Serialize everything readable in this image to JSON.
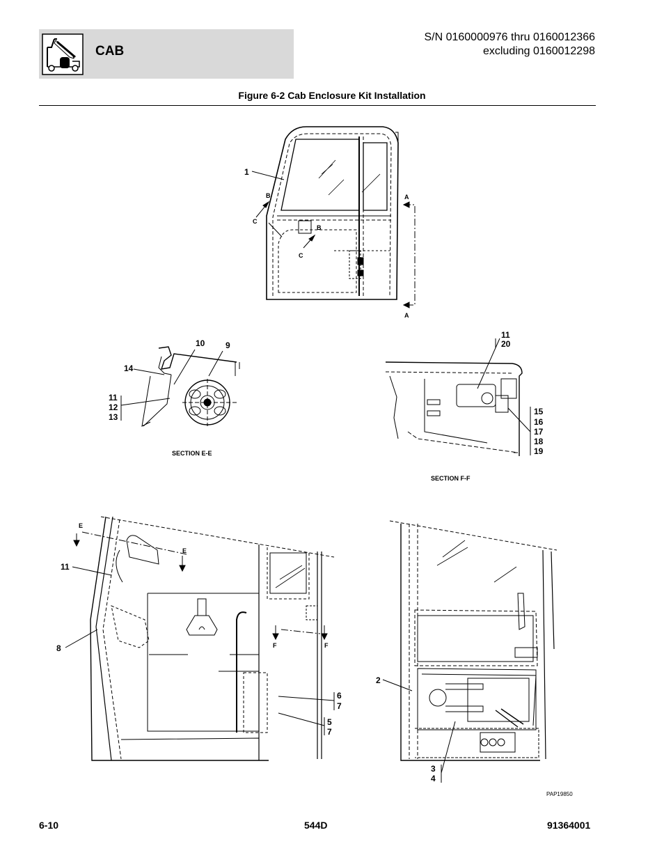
{
  "header": {
    "section_title": "CAB",
    "serial_line1": "S/N 0160000976 thru 0160012366",
    "serial_line2": "excluding 0160012298",
    "icon": "telehandler-cab-icon"
  },
  "figure": {
    "title": "Figure 6-2 Cab Enclosure Kit Installation",
    "section_ee": "SECTION E-E",
    "section_ff": "SECTION F-F",
    "drawing_number": "PAP19850"
  },
  "callouts": {
    "c1": "1",
    "c2": "2",
    "c3": "3",
    "c4": "4",
    "c5": "5",
    "c6": "6",
    "c7a": "7",
    "c7b": "7",
    "c8": "8",
    "c9": "9",
    "c10": "10",
    "c11a": "11",
    "c12": "12",
    "c13": "13",
    "c14": "14",
    "c11b": "11",
    "c20": "20",
    "c15": "15",
    "c16": "16",
    "c17": "17",
    "c18": "18",
    "c19": "19",
    "c11c": "11"
  },
  "section_markers": {
    "a_top": "A",
    "a_bottom": "A",
    "b_left": "B",
    "b_right": "B",
    "c_left": "C",
    "c_right": "C",
    "e_left": "E",
    "e_right": "E",
    "f_left": "F",
    "f_right": "F"
  },
  "footer": {
    "page": "6-10",
    "model": "544D",
    "manual_number": "91364001"
  }
}
